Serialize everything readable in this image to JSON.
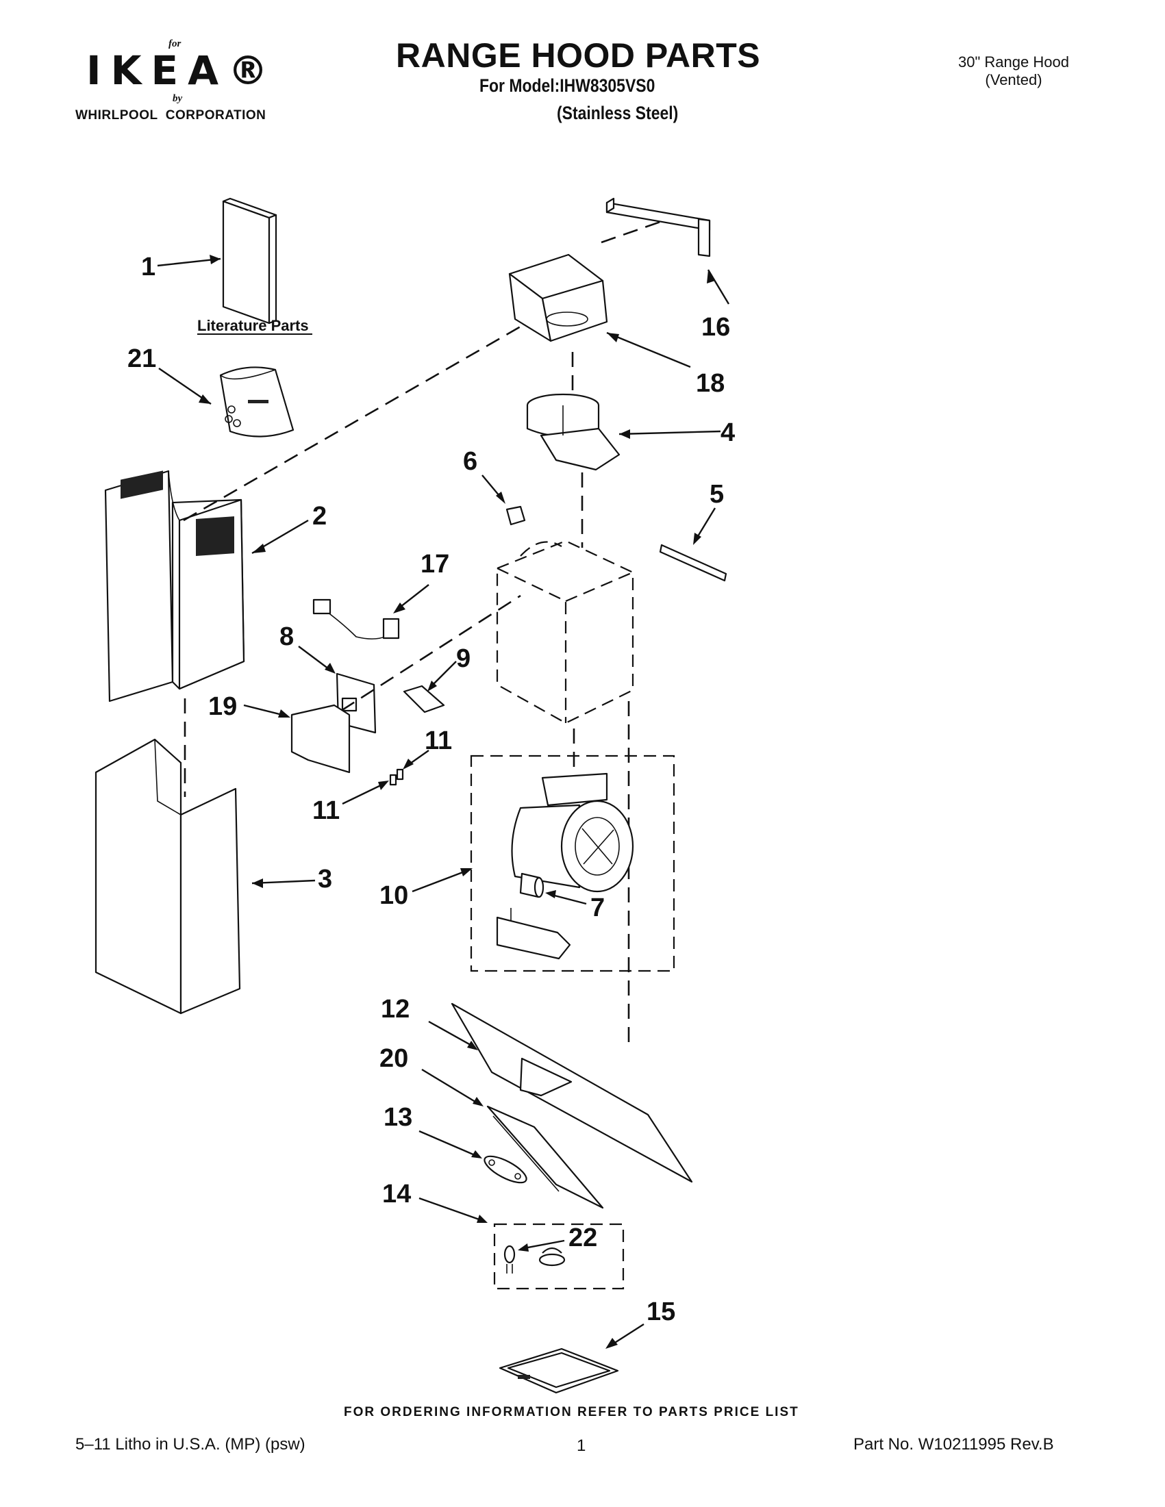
{
  "header": {
    "logo_for": "for",
    "logo_brand": "IKEA®",
    "logo_by": "by",
    "logo_corp": "WHIRLPOOL  CORPORATION",
    "title": "RANGE HOOD PARTS",
    "model_line": "For Model:IHW8305VS0",
    "finish": "(Stainless Steel)",
    "hood_size": "30\" Range Hood",
    "hood_type": "(Vented)"
  },
  "diagram": {
    "literature_caption": "Literature Parts",
    "callouts": [
      "1",
      "2",
      "3",
      "4",
      "5",
      "6",
      "7",
      "8",
      "9",
      "10",
      "11",
      "11",
      "12",
      "13",
      "14",
      "15",
      "16",
      "17",
      "18",
      "19",
      "20",
      "21",
      "22"
    ]
  },
  "footer": {
    "ordering_note": "FOR ORDERING INFORMATION REFER TO PARTS PRICE LIST",
    "litho": "5–11 Litho in U.S.A. (MP) (psw)",
    "page": "1",
    "part_no": "Part No. W10211995 Rev.B"
  }
}
